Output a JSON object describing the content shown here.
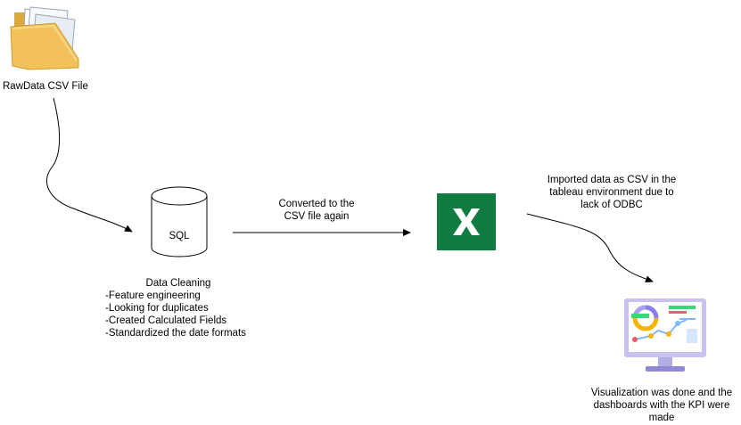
{
  "nodes": {
    "raw_file": {
      "label": "RawData CSV File",
      "icon": "folder-icon"
    },
    "sql": {
      "label": "SQL",
      "icon": "database-cylinder-icon"
    },
    "excel": {
      "glyph": "X",
      "icon": "excel-icon"
    },
    "dashboard": {
      "icon": "dashboard-monitor-icon"
    }
  },
  "annotations": {
    "cleaning_title": "Data Cleaning",
    "cleaning_steps": [
      "-Feature engineering",
      "-Looking for duplicates",
      "-Created Calculated Fields",
      "-Standardized the date formats"
    ],
    "edge_sql_to_excel": [
      "Converted to the",
      "CSV file again"
    ],
    "edge_excel_to_dashboard": [
      "Imported data as CSV in the",
      "tableau environment due to",
      "lack of ODBC"
    ],
    "visualization": [
      "Visualization was done and the",
      "dashboards with the KPI were",
      "made"
    ]
  },
  "colors": {
    "excel_green": "#107c41",
    "folder_yellow": "#f2c15a",
    "monitor_purple": "#c7c3ee",
    "stroke": "#000000"
  }
}
